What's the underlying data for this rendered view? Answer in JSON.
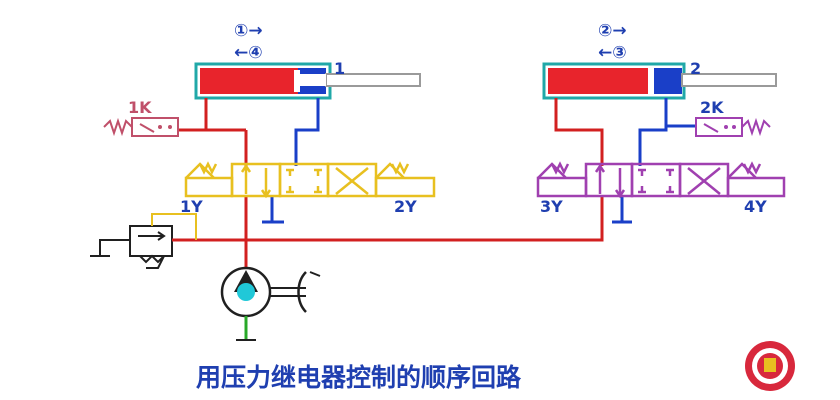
{
  "title": "用压力继电器控制的顺序回路",
  "cylinders": [
    {
      "id": "1",
      "label": "1",
      "seq_forward": "①→",
      "seq_return": "←④"
    },
    {
      "id": "2",
      "label": "2",
      "seq_forward": "②→",
      "seq_return": "←③"
    }
  ],
  "pressure_switches": [
    {
      "id": "1K",
      "label": "1K"
    },
    {
      "id": "2K",
      "label": "2K"
    }
  ],
  "solenoids": {
    "s1": "1Y",
    "s2": "2Y",
    "s3": "3Y",
    "s4": "4Y"
  },
  "colors": {
    "pressure_line": "#d22020",
    "return_line": "#1a3fc8",
    "valve_left": "#e8c020",
    "valve_right": "#a040b0",
    "piston_fill": "#e8242c",
    "cylinder_body": "#20a8a8",
    "suction_line": "#28a828",
    "title": "#1f3fb0"
  },
  "icons": [
    "pump-icon",
    "motor-icon",
    "relief-valve-icon",
    "tank-icon",
    "logo-seal-icon"
  ]
}
